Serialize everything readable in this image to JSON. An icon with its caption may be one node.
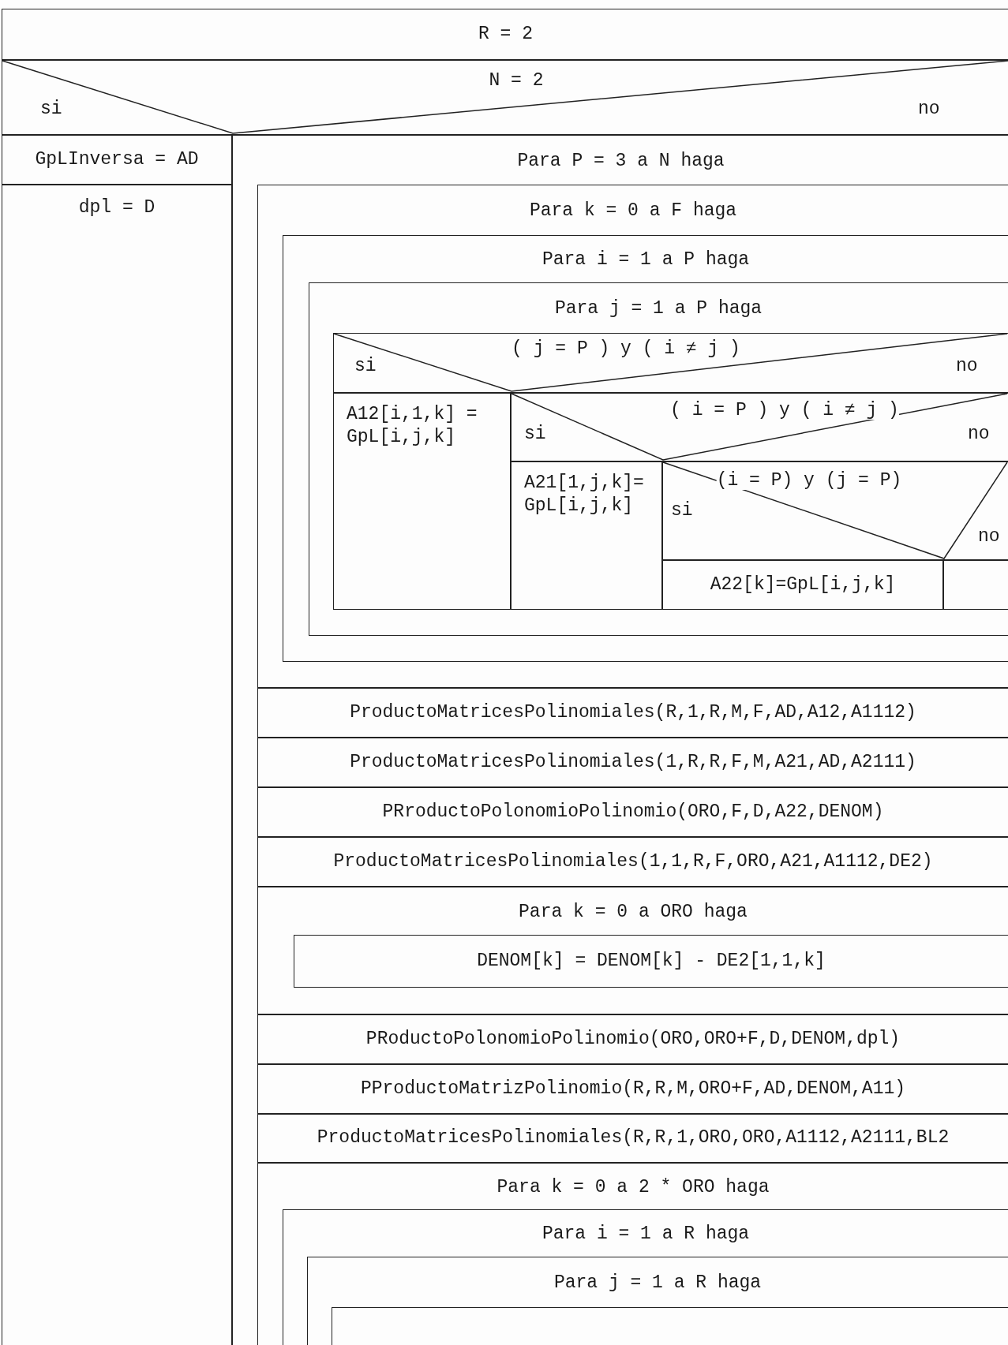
{
  "diagram": {
    "nodes": [
      {
        "text": [
          "R = 2"
        ]
      },
      {
        "text": [
          "N = 2",
          "si",
          "no"
        ]
      },
      {
        "text": [
          "GpLInversa = AD"
        ]
      },
      {
        "text": [
          "dpl = D"
        ]
      },
      {
        "text": [
          "Para P = 3 a N haga"
        ]
      },
      {
        "text": [
          "Para k = 0 a F haga"
        ],
        "in": 4
      },
      {
        "text": [
          "Para i = 1 a P haga"
        ],
        "in": 5
      },
      {
        "text": [
          "Para j = 1 a P haga"
        ],
        "in": 6
      },
      {
        "text": [
          "( j = P ) y ( i ≠ j )",
          "si",
          "no"
        ],
        "in": 7
      },
      {
        "text": [
          "A12[i,1,k] = GpL[i,j,k]"
        ],
        "in": 7
      },
      {
        "text": [
          "( i = P ) y ( i ≠ j )",
          "si",
          "no"
        ],
        "in": 7
      },
      {
        "text": [
          "A21[1,j,k]= GpL[i,j,k]"
        ],
        "in": 7
      },
      {
        "text": [
          "(i = P) y (j = P)",
          "si",
          "no"
        ],
        "in": 7
      },
      {
        "text": [
          "A22[k]=GpL[i,j,k]"
        ],
        "in": 7
      },
      {
        "text": [],
        "shape": "box",
        "in": 7
      },
      {
        "text": [
          "ProductoMatricesPolinomiales(R,1,R,M,F,AD,A12,A1112)"
        ],
        "in": 4
      },
      {
        "text": [
          "ProductoMatricesPolinomiales(1,R,R,F,M,A21,AD,A2111)"
        ],
        "in": 4
      },
      {
        "text": [
          "PRroductoPolonomioPolinomio(ORO,F,D,A22,DENOM)"
        ],
        "in": 4
      },
      {
        "text": [
          "ProductoMatricesPolinomiales(1,1,R,F,ORO,A21,A1112,DE2)"
        ],
        "in": 4
      },
      {
        "text": [
          "Para k = 0 a ORO haga"
        ],
        "in": 4
      },
      {
        "text": [
          "DENOM[k] = DENOM[k] - DE2[1,1,k]"
        ],
        "in": 19
      },
      {
        "text": [
          "PRoductoPolonomioPolinomio(ORO,ORO+F,D,DENOM,dpl)"
        ],
        "in": 4
      },
      {
        "text": [
          "PProductoMatrizPolinomio(R,R,M,ORO+F,AD,DENOM,A11)"
        ],
        "in": 4
      },
      {
        "text": [
          "ProductoMatricesPolinomiales(R,R,1,ORO,ORO,A1112,A2111,BL2"
        ],
        "in": 4
      },
      {
        "text": [
          "Para k = 0 a 2 * ORO haga"
        ],
        "in": 4
      },
      {
        "text": [
          "Para i = 1 a R haga"
        ],
        "in": 24
      },
      {
        "text": [
          "Para j = 1 a R haga"
        ],
        "in": 25
      },
      {
        "text": [],
        "shape": "box",
        "in": 26
      }
    ]
  }
}
